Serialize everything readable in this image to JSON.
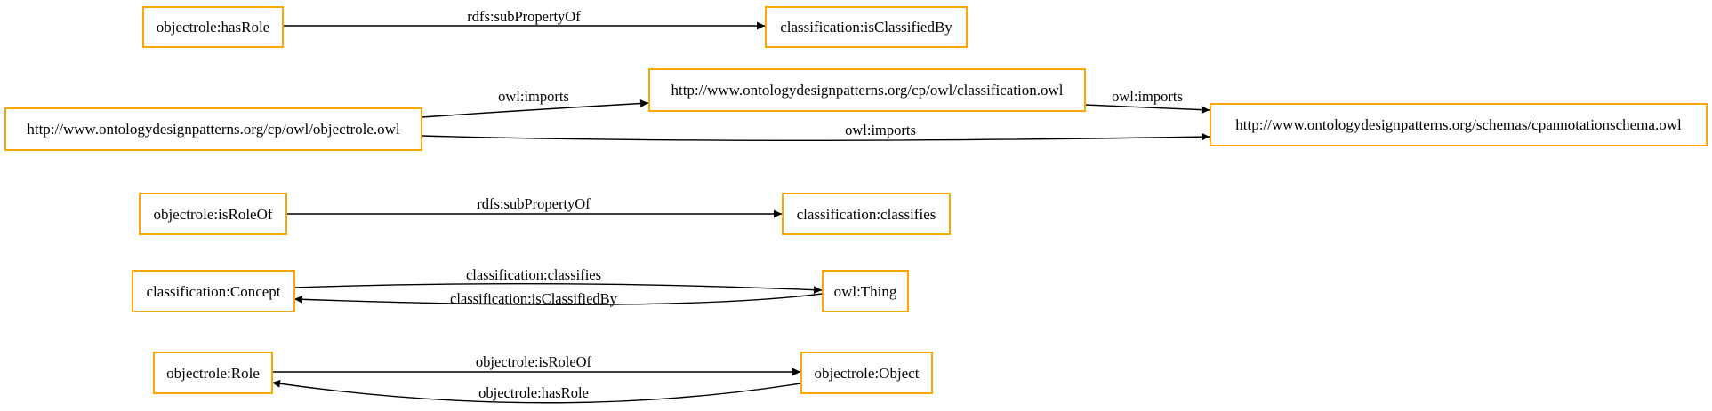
{
  "colors": {
    "node_border": "#ffa500",
    "edge": "#000000",
    "background": "#ffffff"
  },
  "nodes": {
    "has_role": "objectrole:hasRole",
    "is_classified_by": "classification:isClassifiedBy",
    "objectrole_owl": "http://www.ontologydesignpatterns.org/cp/owl/objectrole.owl",
    "classification_owl": "http://www.ontologydesignpatterns.org/cp/owl/classification.owl",
    "cpannotation_owl": "http://www.ontologydesignpatterns.org/schemas/cpannotationschema.owl",
    "is_role_of": "objectrole:isRoleOf",
    "classifies": "classification:classifies",
    "concept": "classification:Concept",
    "thing": "owl:Thing",
    "role": "objectrole:Role",
    "object": "objectrole:Object"
  },
  "edges": {
    "hasrole_subprop": "rdfs:subPropertyOf",
    "objrole_imports_class": "owl:imports",
    "class_imports_cpann": "owl:imports",
    "objrole_imports_cpann": "owl:imports",
    "isroleof_subprop": "rdfs:subPropertyOf",
    "concept_classifies": "classification:classifies",
    "thing_isclassifiedby": "classification:isClassifiedBy",
    "role_isroleof": "objectrole:isRoleOf",
    "object_hasrole": "objectrole:hasRole"
  }
}
